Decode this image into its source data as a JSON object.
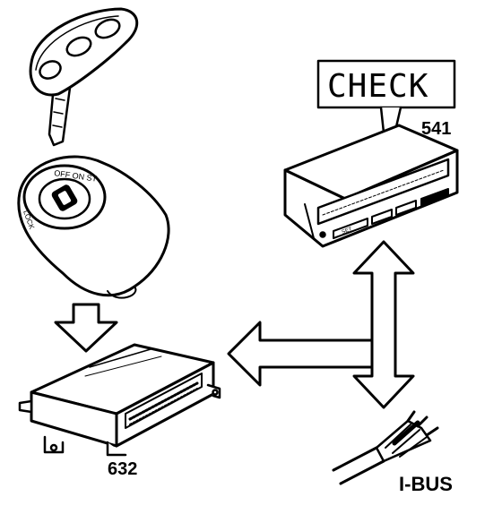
{
  "display": {
    "text": "CHECK"
  },
  "labels": {
    "instrument_cluster": "541",
    "control_module": "632",
    "bus": "I-BUS"
  },
  "ignition": {
    "markings": "OFF ON ST",
    "lock_marking": "LOCK"
  },
  "cluster": {
    "button_set": "SET"
  },
  "colors": {
    "ink": "#000000",
    "paper": "#ffffff"
  },
  "icons": [
    "key-icon",
    "ignition-lock-icon",
    "down-arrow-icon",
    "left-arrow-icon",
    "double-arrow-icon",
    "instrument-cluster-icon",
    "control-module-icon",
    "bus-cable-icon"
  ]
}
